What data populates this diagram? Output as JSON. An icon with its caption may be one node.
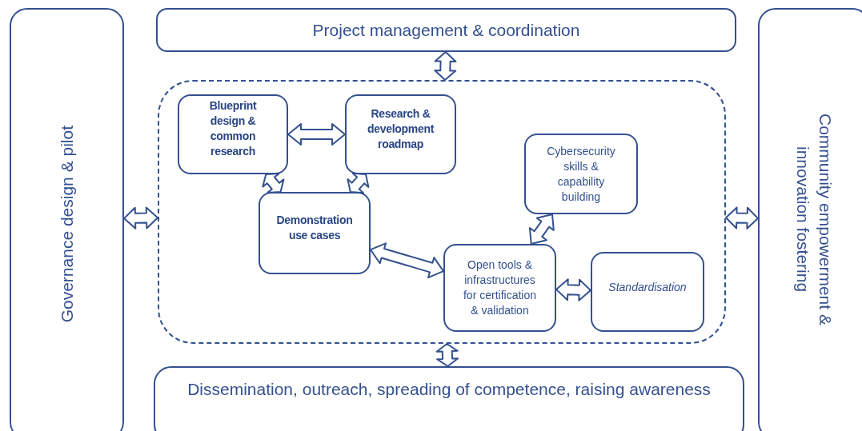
{
  "diagram": {
    "nodes": [
      {
        "text": [
          "Governance design & pilot"
        ]
      },
      {
        "text": [
          "Project management & coordination"
        ]
      },
      {
        "text": [
          "Community empowerment & innovation fostering"
        ]
      },
      {
        "text": [
          "Dissemination, outreach, spreading of competence, raising awareness"
        ]
      },
      {
        "text": [],
        "shape": "box"
      },
      {
        "text": [
          "Blueprint design & common research"
        ],
        "in": 4
      },
      {
        "text": [
          "Research & development roadmap"
        ],
        "in": 4
      },
      {
        "text": [
          "Demonstration use cases"
        ],
        "in": 4
      },
      {
        "text": [
          "Cybersecurity skills & capability building"
        ],
        "in": 4
      },
      {
        "text": [
          "Open tools & infrastructures for certification & validation"
        ],
        "in": 4
      },
      {
        "text": [
          "Standardisation"
        ],
        "in": 4
      }
    ],
    "edges": [
      {
        "from": 1,
        "to": 4,
        "arrow": "both"
      },
      {
        "from": 0,
        "to": 4,
        "arrow": "both"
      },
      {
        "from": 4,
        "to": 2,
        "arrow": "both"
      },
      {
        "from": 4,
        "to": 3,
        "arrow": "both"
      },
      {
        "from": 5,
        "to": 6,
        "arrow": "both"
      },
      {
        "from": 5,
        "to": 7,
        "arrow": "both"
      },
      {
        "from": 6,
        "to": 7,
        "arrow": "both"
      },
      {
        "from": 7,
        "to": 9,
        "arrow": "both"
      },
      {
        "from": 8,
        "to": 9,
        "arrow": "both"
      },
      {
        "from": 9,
        "to": 10,
        "arrow": "both"
      }
    ]
  }
}
